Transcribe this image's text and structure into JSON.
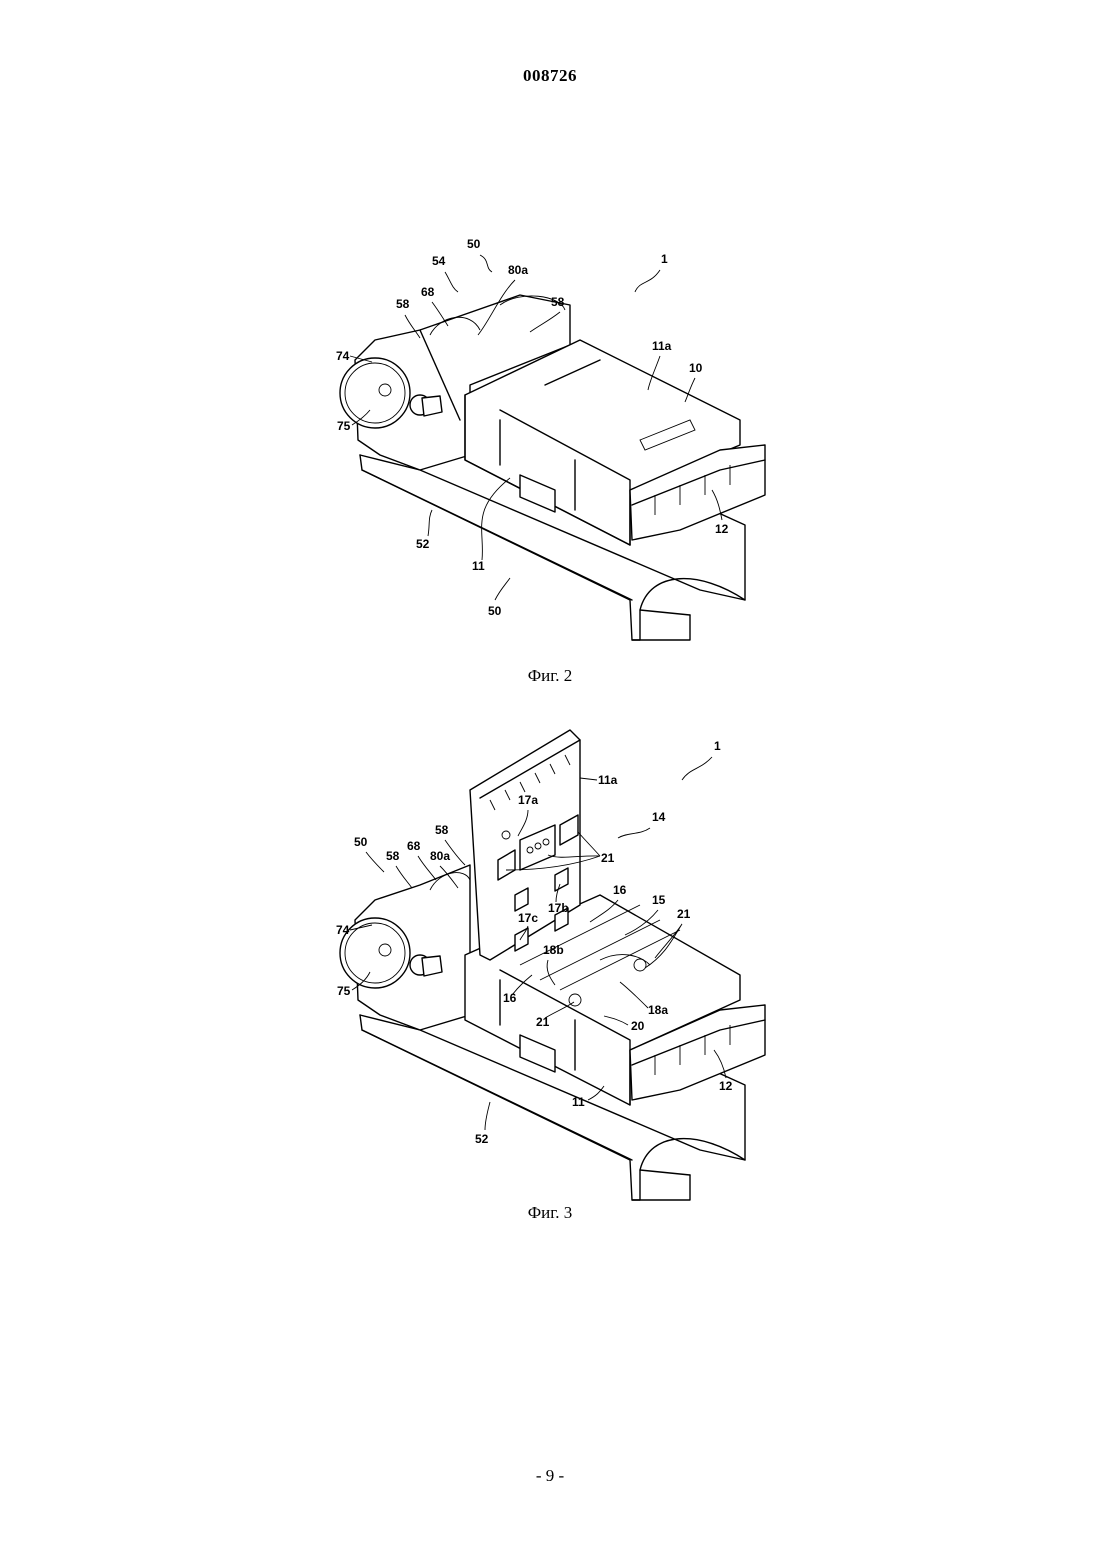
{
  "header": {
    "doc_number": "008726"
  },
  "figures": [
    {
      "caption": "Фиг. 2",
      "labels": [
        "1",
        "50",
        "54",
        "80a",
        "58",
        "68",
        "58",
        "11a",
        "10",
        "74",
        "75",
        "12",
        "52",
        "11",
        "50"
      ]
    },
    {
      "caption": "Фиг. 3",
      "labels": [
        "1",
        "11a",
        "17a",
        "14",
        "58",
        "50",
        "68",
        "80a",
        "58",
        "21",
        "16",
        "15",
        "21",
        "74",
        "17b",
        "17c",
        "18b",
        "75",
        "16",
        "21",
        "20",
        "18a",
        "12",
        "11",
        "52"
      ]
    }
  ],
  "footer": {
    "page_number": "- 9 -"
  }
}
